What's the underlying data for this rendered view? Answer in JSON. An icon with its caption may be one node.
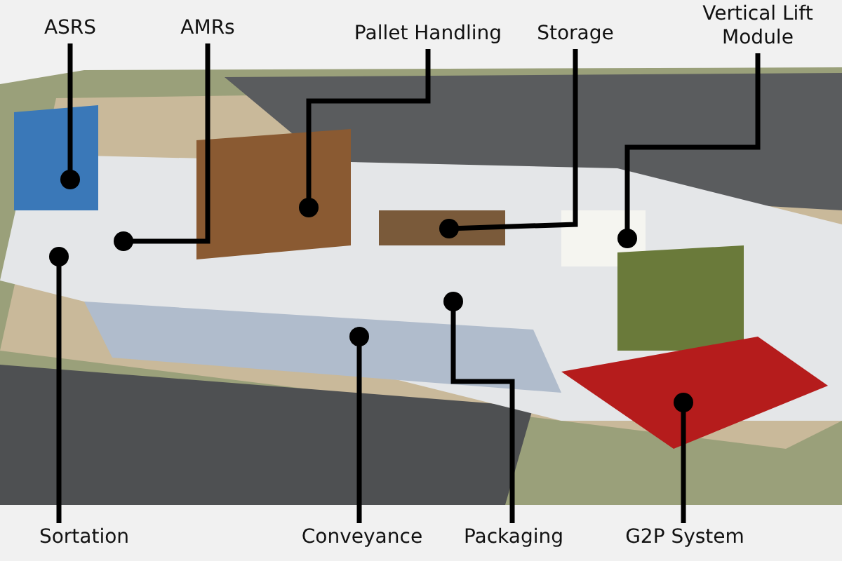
{
  "diagram": {
    "nodes": [
      {
        "text": [
          "ASRS"
        ]
      },
      {
        "text": [
          "AMRs"
        ]
      },
      {
        "text": [
          "Pallet Handling"
        ]
      },
      {
        "text": [
          "Storage"
        ]
      },
      {
        "text": [
          "Vertical Lift Module"
        ]
      },
      {
        "text": [
          "Sortation"
        ]
      },
      {
        "text": [
          "Conveyance"
        ]
      },
      {
        "text": [
          "Packaging"
        ]
      },
      {
        "text": [
          "G2P System"
        ]
      }
    ],
    "edges": [
      {
        "from": 0,
        "to": null,
        "arrow": "other"
      },
      {
        "from": 1,
        "to": null,
        "arrow": "other"
      },
      {
        "from": 2,
        "to": null,
        "arrow": "other"
      },
      {
        "from": 3,
        "to": null,
        "arrow": "other"
      },
      {
        "from": 4,
        "to": null,
        "arrow": "other"
      },
      {
        "from": 5,
        "to": null,
        "arrow": "other"
      },
      {
        "from": 6,
        "to": null,
        "arrow": "other"
      },
      {
        "from": 7,
        "to": null,
        "arrow": "other"
      },
      {
        "from": 8,
        "to": null,
        "arrow": "other"
      }
    ]
  }
}
